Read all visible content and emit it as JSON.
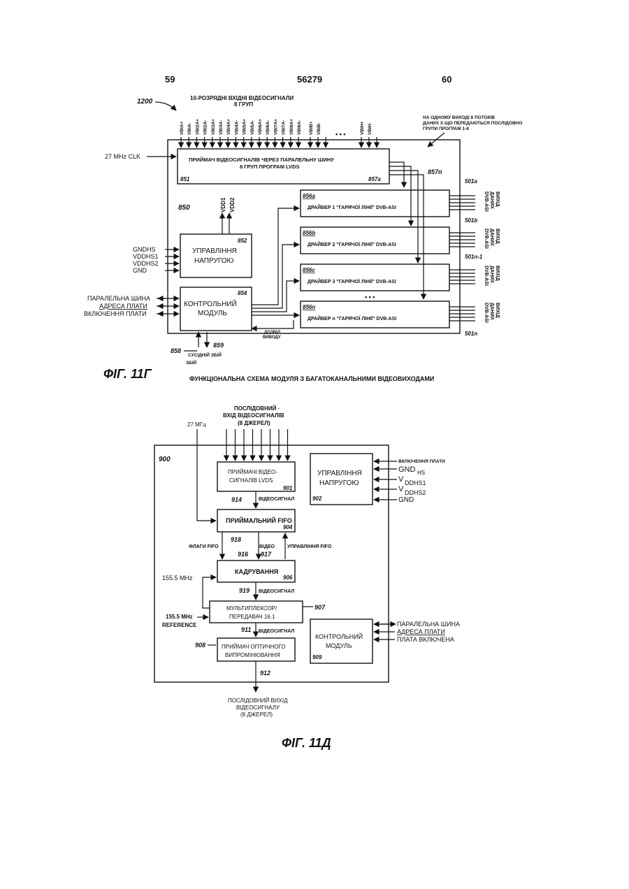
{
  "header": {
    "page_left": "59",
    "doc_number": "56279",
    "page_right": "60"
  },
  "fig11g": {
    "label": "ФІГ. 11Г",
    "caption": "ФУНКЦІОНАЛЬНА СХЕМА МОДУЛЯ З БАГАТОКАНАЛЬНИМИ ВІДЕОВИХОДАМИ",
    "ref_1200": "1200",
    "inputs_title_1": "10-РОЗРЯДНІ ВХІДНІ ВІДЕОСИГНАЛИ",
    "inputs_title_2": "8 ГРУП",
    "input_groups": [
      "VBIA+",
      "VBIA-",
      "VBI2A+",
      "VBI2A-",
      "VBI3A+",
      "VBI3A-",
      "VBI4A+",
      "VBI4A-",
      "VBI5A+",
      "VBI5A-",
      "VBI6A+",
      "VBI6A-",
      "VBI7A+",
      "VBI7A-",
      "VBI8A+",
      "VBI8A-",
      "VBIB+",
      "VBIB-",
      "VBIH+",
      "VBIH-"
    ],
    "ellipsis": "• • •",
    "note_1": "НА ОДНОМУ ВИХОДІ 8 ПОТОКІВ",
    "note_2": "ДАНИХ X   ЩО ПЕРЕДАЮТЬСЯ ПОСЛІДОВНО",
    "note_3": "ГРУПИ   ПРОГРАМ 1-8",
    "clk": "27 MHz CLK",
    "receiver_1": "ПРИЙМАЧ ВІДЕОСИГНАЛІВ ЧЕРЕЗ ПАРАЛЕЛЬНУ ШИНУ",
    "receiver_2": "8 ГРУП ПРОГРАМ LVDS",
    "ref_851": "851",
    "ref_857a": "857a",
    "ref_857n": "857n",
    "ref_850": "850",
    "vdd2": "VDD2",
    "vdd1": "VDD1",
    "power_ref": "852",
    "power_1": "УПРАВЛІННЯ",
    "power_2": "НАПРУГОЮ",
    "power_pins": [
      "GNDHS",
      "VDDHS1",
      "VDDHS2",
      "GND"
    ],
    "ctrl_ref": "854",
    "ctrl_1": "КОНТРОЛЬНИЙ",
    "ctrl_2": "МОДУЛЬ",
    "ctrl_pins": [
      "ПАРАЛЕЛЬНА ШИНА",
      "АДРЕСА ПЛАТИ",
      "ВКЛЮЧЕННЯ ПЛАТИ"
    ],
    "drivers": [
      {
        "ref": "856a",
        "label": "ДРАЙВЕР 1 \"ГАРЯЧОЇ ЛІНІЇ\" DVB-ASI"
      },
      {
        "ref": "856b",
        "label": "ДРАЙВЕР 2 \"ГАРЯЧОЇ ЛІНІЇ\" DVB-ASI"
      },
      {
        "ref": "856c",
        "label": "ДРАЙВЕР 3 \"ГАРЯЧОЇ ЛІНІЇ\" DVB-ASI"
      },
      {
        "ref": "856n",
        "label": "ДРАЙВЕР n \"ГАРЯЧОЇ ЛІНІЇ\" DVB-ASI"
      }
    ],
    "output_refs": [
      "501a",
      "501b",
      "501n-1",
      "501n"
    ],
    "output_label_1": "ВИХІД",
    "output_label_2": "ДАНИХ",
    "output_label_3": "DVB-ASI",
    "valid_out_1": "ДОЗВІЛ",
    "valid_out_2": "ВИВОДУ",
    "ref_858": "858",
    "ref_859": "859",
    "adjacent_1": "СУСІДНІЙ ЗБІЙ",
    "adjacent_2": "ЗБІЙ"
  },
  "fig11d": {
    "label": "ФІГ. 11Д",
    "input_1": "ПОСЛІДОВНИЙ ·",
    "input_2": "ВХІД ВІДЕОСИГНАЛІВ",
    "input_3": "(8 ДЖЕРЕЛ)",
    "clk": "27 МГц",
    "ref_900": "900",
    "rx_1": "ПРИЙМАЧІ ВІДЕО-",
    "rx_2": "СИГНАЛІВ LVDS",
    "rx_ref": "901",
    "sig_914": "914",
    "video_signal": "ВІДЕОСИГНАЛ",
    "fifo": "ПРИЙМАЛЬНИЙ FIFO",
    "fifo_ref": "904",
    "flags": "ФЛАГИ FIFO",
    "sig_918": "918",
    "sig_916": "916",
    "video": "ВІДЕО",
    "sig_917": "917",
    "fifo_ctrl": "УПРАВЛІННЯ FIFO",
    "freq_155": "155.5 MHz",
    "framing": "КАДРУВАННЯ",
    "framing_ref": "906",
    "sig_919": "919",
    "mux_1": "МУЛЬТИПЛЕКСОР/",
    "mux_2": "ПЕРЕДАВАЧ 16.1",
    "mux_ref": "907",
    "ref_clk_1": "155.5 MHz",
    "ref_clk_2": "REFERENCE",
    "sig_911": "911",
    "opt_ref": "908",
    "opt_1": "ПРИЙМАЧ ОПТИЧНОГО",
    "opt_2": "ВИПРОМІНЮВАННЯ",
    "sig_912": "912",
    "out_1": "ПОСЛІДОВНИЙ ВИХІД",
    "out_2": "ВІДЕОСИГНАЛУ",
    "out_3": "(8 ДЖЕРЕЛ)",
    "power_1": "УПРАВЛІННЯ",
    "power_2": "НАПРУГОЮ",
    "power_ref": "902",
    "board_enable": "ВКЛЮЧЕННЯ ПЛАТИ",
    "pin_gnd_hs": "GND",
    "pin_gnd_hs_sub": "HS",
    "pin_vddhs1": "V",
    "pin_vddhs1_sub": "DDHS1",
    "pin_vddhs2": "V",
    "pin_vddhs2_sub": "DDHS2",
    "pin_gnd": "GND",
    "ctrl_1": "КОНТРОЛЬНИЙ",
    "ctrl_2": "МОДУЛЬ",
    "ctrl_ref": "909",
    "ctrl_pins": [
      "ПАРАЛЕЛЬНА ШИНА",
      "АДРЕСА ПЛАТИ",
      "ПЛАТА ВКЛЮЧЕНА"
    ]
  }
}
